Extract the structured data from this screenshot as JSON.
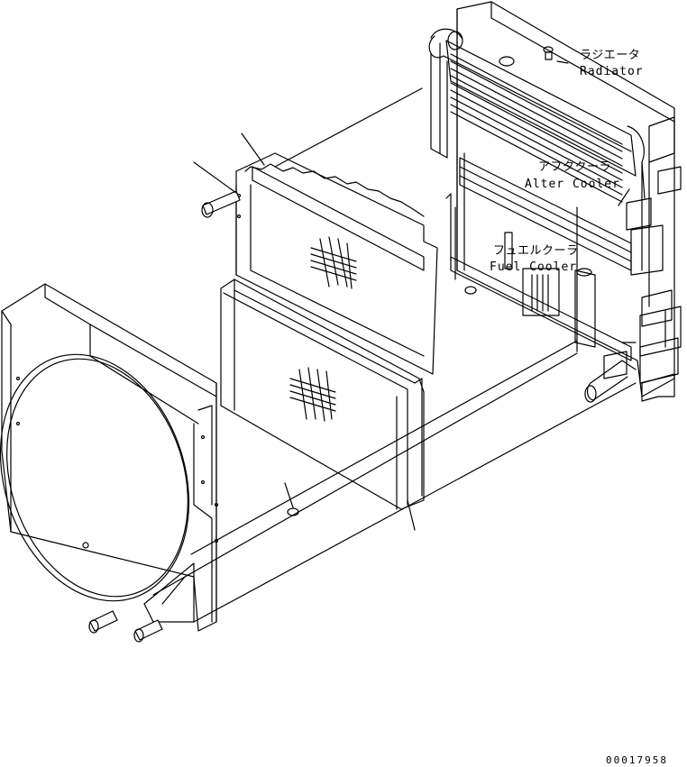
{
  "labels": {
    "radiator_jp": "ラジエータ",
    "radiator_en": "Radiator",
    "aftercooler_jp": "アフタクーラ",
    "aftercooler_en": "Alter Cooler",
    "fuelcooler_jp": "フュエルクーラ",
    "fuelcooler_en": "Fuel Cooler"
  },
  "drawing_code": "00017958"
}
